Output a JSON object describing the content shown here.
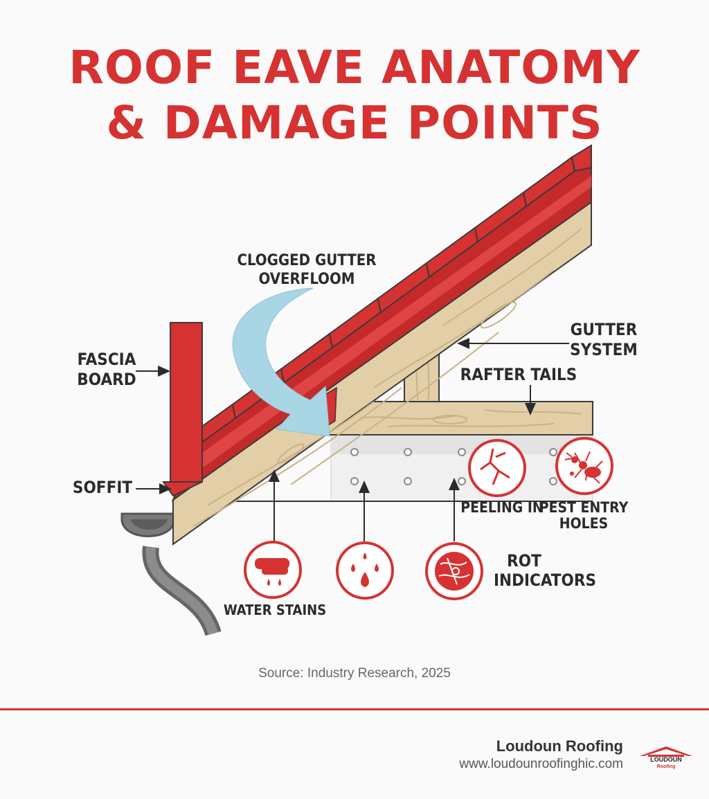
{
  "title": {
    "line1": "ROOF EAVE ANATOMY",
    "line2": "& DAMAGE POINTS"
  },
  "labels": {
    "clogged_line1": "CLOGGED GUTTER",
    "clogged_line2": "OVERFLOOM",
    "gutter_line1": "GUTTER",
    "gutter_line2": "SYSTEM",
    "fascia_line1": "FASCIA",
    "fascia_line2": "BOARD",
    "rafter_tails": "RAFTER TAILS",
    "soffit": "SOFFIT",
    "peeling": "PEELING IN",
    "pest_line1": "PEST ENTRY",
    "pest_line2": "HOLES",
    "rot_line1": "ROT",
    "rot_line2": "INDICATORS",
    "water_stains": "WATER STAINS"
  },
  "icons": [
    "water-stain-icon",
    "water-drops-icon",
    "rot-wood-icon",
    "cracked-peeling-icon",
    "pest-insect-icon"
  ],
  "source": "Source: Industry Research, 2025",
  "footer": {
    "company": "Loudoun Roofing",
    "url": "www.loudounroofinghic.com",
    "logo_text": "LOUDOUN",
    "logo_sub": "Roofing"
  },
  "colors": {
    "accent": "#d63232",
    "wood": "#e2cfa8",
    "water": "#a9d6e4"
  }
}
